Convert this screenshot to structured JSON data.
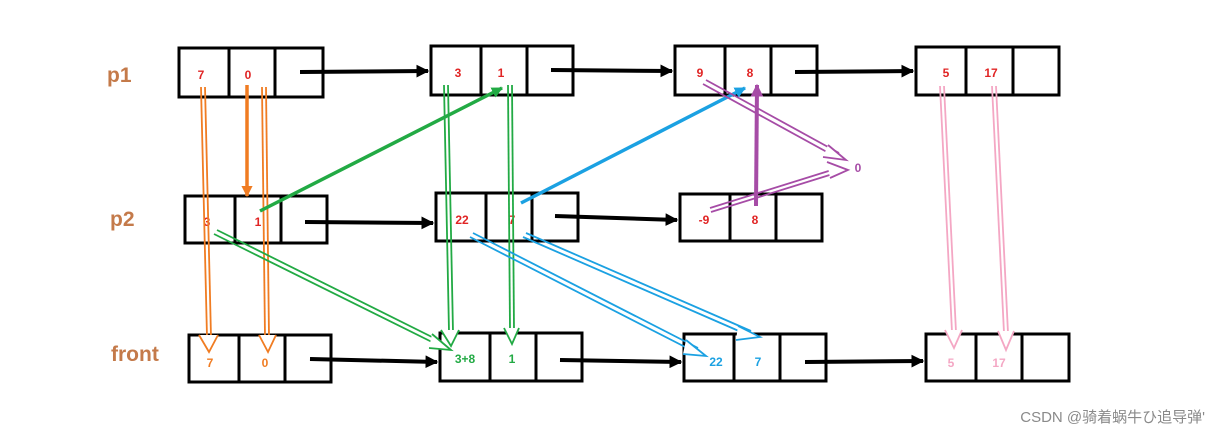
{
  "labels": {
    "p1": "p1",
    "p2": "p2",
    "front": "front",
    "watermark": "CSDN @骑着蜗牛ひ追导弹'"
  },
  "colors": {
    "label": "#c47a4a",
    "box_stroke": "#000000",
    "link_arrow": "#000000",
    "red_text": "#e02424",
    "orange": "#f07c22",
    "green": "#22aa44",
    "blue": "#1ba1e2",
    "purple": "#a64ca6",
    "pink": "#f4a7c4"
  },
  "lists": {
    "p1": [
      {
        "a": "7",
        "b": "0"
      },
      {
        "a": "3",
        "b": "1"
      },
      {
        "a": "9",
        "b": "8"
      },
      {
        "a": "5",
        "b": "17"
      }
    ],
    "p2": [
      {
        "a": "3",
        "b": "1"
      },
      {
        "a": "22",
        "b": "7"
      },
      {
        "a": "-9",
        "b": "8"
      }
    ],
    "front": [
      {
        "a": "7",
        "b": "0"
      },
      {
        "a": "3+8",
        "b": "1"
      },
      {
        "a": "22",
        "b": "7"
      },
      {
        "a": "5",
        "b": "17"
      }
    ]
  },
  "carry": {
    "value": "0"
  }
}
